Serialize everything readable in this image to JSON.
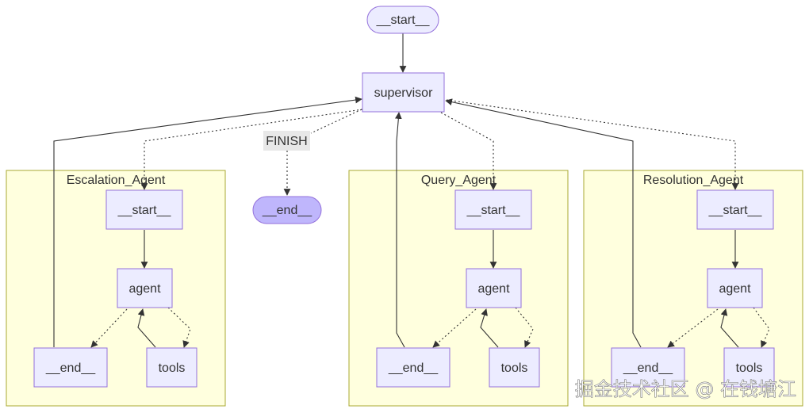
{
  "nodes": {
    "start": "__start__",
    "supervisor": "supervisor",
    "end": "__end__"
  },
  "edge_labels": {
    "finish": "FINISH"
  },
  "clusters": [
    {
      "title": "Escalation_Agent",
      "start": "__start__",
      "agent": "agent",
      "end": "__end__",
      "tools": "tools"
    },
    {
      "title": "Query_Agent",
      "start": "__start__",
      "agent": "agent",
      "end": "__end__",
      "tools": "tools"
    },
    {
      "title": "Resolution_Agent",
      "start": "__start__",
      "agent": "agent",
      "end": "__end__",
      "tools": "tools"
    }
  ],
  "watermark": "掘金技术社区 @ 在钱塘江",
  "colors": {
    "node_fill": "#ECECFF",
    "node_stroke": "#9370DB",
    "end_node_fill": "#BFB6FC",
    "cluster_fill": "#FFFFDE",
    "cluster_stroke": "#AAAA33",
    "edge": "#333333"
  }
}
